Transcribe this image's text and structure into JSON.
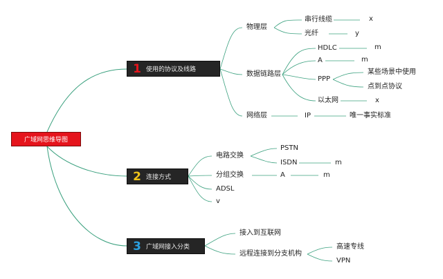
{
  "root": {
    "label": "广域网思维导图",
    "color": "#e5141c"
  },
  "branches": {
    "b1": {
      "num": "1",
      "num_color": "#e5141c",
      "label": "使用的协议及线路",
      "physical": {
        "label": "物理层",
        "serial": "串行线缆",
        "serial_val": "x",
        "fiber": "光纤",
        "fiber_val": "y"
      },
      "datalink": {
        "label": "数据链路层",
        "hdlc": "HDLC",
        "hdlc_val": "m",
        "a": "A",
        "a_val": "m",
        "ppp": "PPP",
        "ppp_c1": "某些场景中使用",
        "ppp_c2": "点到点协议",
        "ethernet": "以太网",
        "ethernet_val": "x"
      },
      "network": {
        "label": "网络层",
        "ip": "IP",
        "ip_val": "唯一事实标准"
      }
    },
    "b2": {
      "num": "2",
      "num_color": "#f0c419",
      "label": "连接方式",
      "circuit": {
        "label": "电路交换",
        "pstn": "PSTN",
        "isdn": "ISDN",
        "isdn_val": "m"
      },
      "packet": {
        "label": "分组交换",
        "a": "A",
        "a_val": "m"
      },
      "adsl": "ADSL",
      "v": "v"
    },
    "b3": {
      "num": "3",
      "num_color": "#2aa0e0",
      "label": "广域网接入分类",
      "internet": "接入到互联网",
      "remote": {
        "label": "远程连接到分支机构",
        "leased": "高速专线",
        "vpn": "VPN"
      }
    }
  }
}
